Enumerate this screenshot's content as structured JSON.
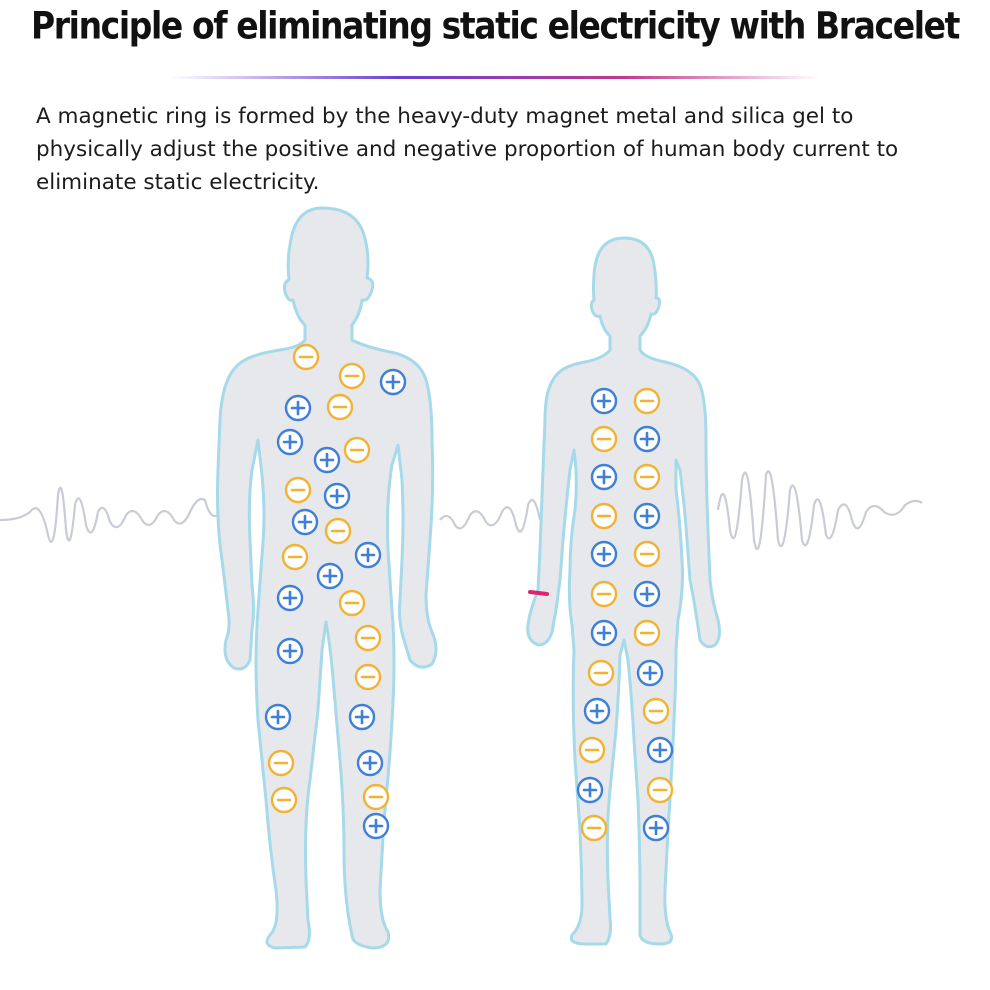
{
  "header": {
    "title": "Principle of eliminating static electricity with Bracelet",
    "description": "A magnetic ring is formed by the heavy-duty magnet metal and silica gel to physically adjust the positive and negative proportion of human body current to eliminate static electricity."
  },
  "colors": {
    "body_fill": "#e6e8ec",
    "body_outline": "#a6d9ea",
    "positive_charge": "#3f7fd6",
    "negative_charge": "#f2b233",
    "wave": "#c9ccd6",
    "bracelet": "#e0246a",
    "divider_start": "#6a3fd6",
    "divider_end": "#c4378e"
  },
  "figures": [
    {
      "name": "male figure",
      "charges": "random mix of positive and negative charges"
    },
    {
      "name": "female figure with bracelet",
      "charges": "alternating positive and negative charges in balanced pairs"
    }
  ],
  "charge_symbols": {
    "positive": "+",
    "negative": "−"
  }
}
